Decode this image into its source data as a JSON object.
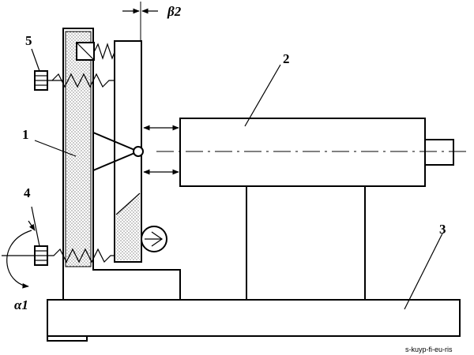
{
  "labels": {
    "plate_vertical": "1",
    "unit_right": "2",
    "base": "3",
    "screw_lower": "4",
    "screw_upper": "5",
    "angle_alpha": "α1",
    "angle_beta": "β2"
  },
  "caption": "s-kuyp-fi-eu-ris",
  "icons": {
    "rotation_arrow": "curved-rotation-arrow-icon",
    "displacement_arrow": "double-headed-arrow-icon",
    "spring": "zigzag-spring-icon",
    "knurled_screw": "knurled-screw-icon",
    "gauge": "dial-gauge-icon"
  },
  "colors": {
    "stroke": "#000000",
    "background": "#ffffff",
    "stipple": "#000000"
  }
}
